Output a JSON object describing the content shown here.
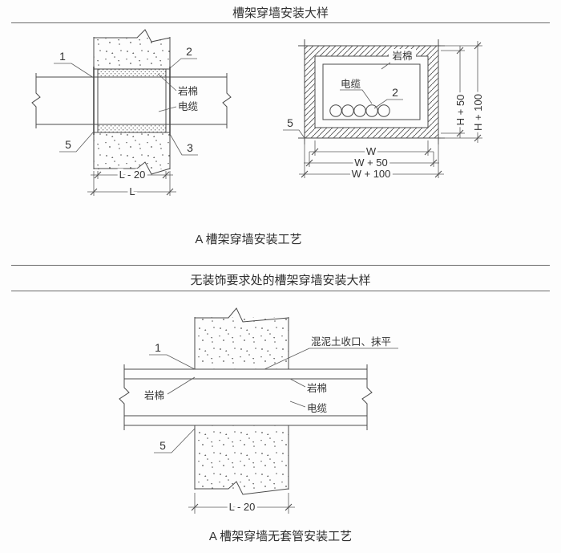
{
  "colors": {
    "line": "#4a4a4a",
    "paper": "#fdfdfd"
  },
  "section1": {
    "title": "槽架穿墙安装大样",
    "caption": "A 槽架穿墙安装工艺"
  },
  "section2": {
    "title": "无装饰要求处的槽架穿墙安装大样",
    "caption": "A 槽架穿墙无套管安装工艺"
  },
  "d1": {
    "c1": "1",
    "c2": "2",
    "c3": "3",
    "c5": "5",
    "rockwool": "岩棉",
    "cable": "电缆",
    "dim_inner": "L - 20",
    "dim_outer": "L"
  },
  "d2": {
    "rockwool": "岩棉",
    "cable": "电缆",
    "c2": "2",
    "c5": "5",
    "dim_w": "W",
    "dim_w50": "W + 50",
    "dim_w100": "W + 100",
    "dim_h50": "H + 50",
    "dim_h100": "H + 100"
  },
  "d3": {
    "c1": "1",
    "c5": "5",
    "concrete_finish": "混泥土收口、抹平",
    "rockwool_left": "岩棉",
    "rockwool_right": "岩棉",
    "cable": "电缆",
    "dim_inner": "L - 20"
  }
}
